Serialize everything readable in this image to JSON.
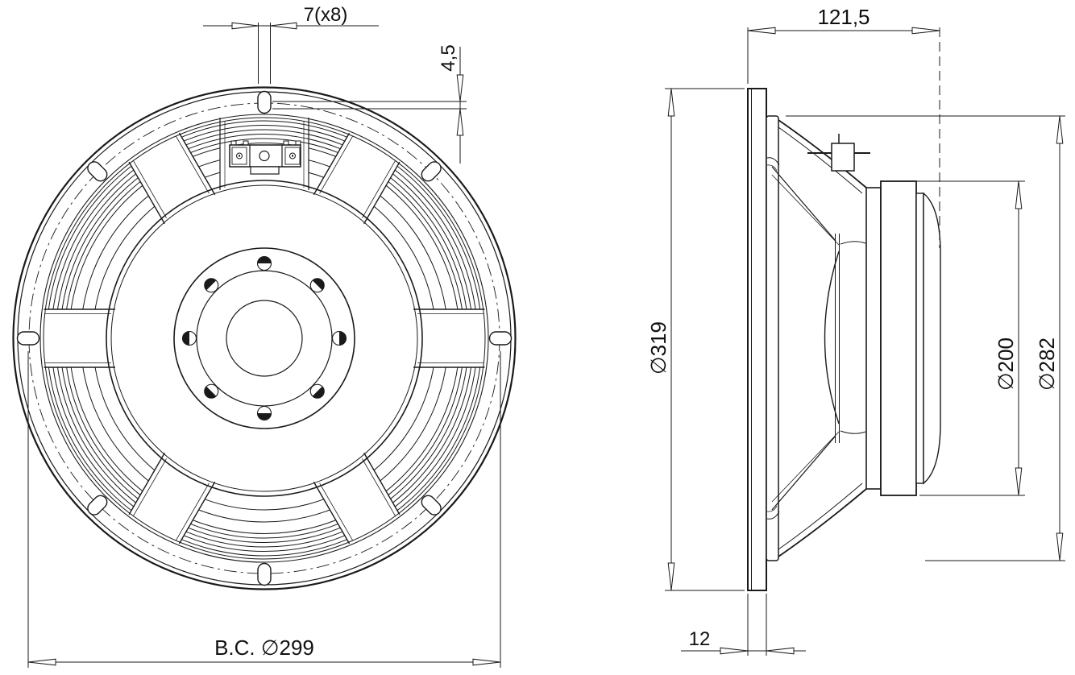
{
  "drawing_labels": {
    "front": {
      "slot_width": "7(x8)",
      "slot_offset": "4,5",
      "bolt_circle": "B.C. ∅299"
    },
    "side": {
      "depth": "121,5",
      "outer_dia": "∅319",
      "magnet_dia": "∅200",
      "opening_dia": "∅282",
      "flange_thickness": "12"
    }
  }
}
